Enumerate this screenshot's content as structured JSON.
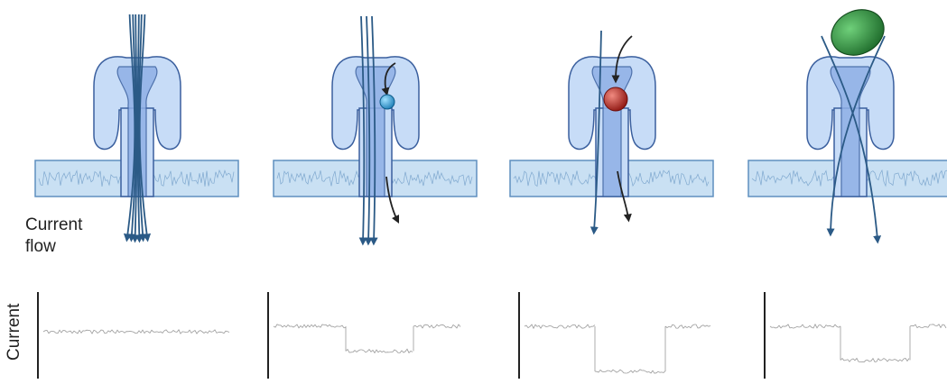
{
  "labels": {
    "current_flow_line1": "Current",
    "current_flow_line2": "flow",
    "current_axis": "Current"
  },
  "colors": {
    "pore_fill": "#c7dcf7",
    "pore_stroke": "#3a5f9e",
    "channel_fill": "#8fb0e6",
    "membrane_fill": "#c9e0f3",
    "membrane_stroke": "#5f8fbf",
    "flow_line": "#2b5a86",
    "molecule_arrow": "#222222",
    "trace": "#9a9a9a",
    "axis": "#222222"
  },
  "panels": [
    {
      "state": "open pore",
      "molecule": "none",
      "trace_levels": [
        1.0,
        1.0,
        1.0
      ]
    },
    {
      "state": "small molecule",
      "molecule": "blue-sphere",
      "molecule_color": "#1f9ad6",
      "trace_levels": [
        1.0,
        0.45,
        1.0
      ]
    },
    {
      "state": "larger molecule",
      "molecule": "red-sphere",
      "molecule_color": "#b3231f",
      "trace_levels": [
        1.0,
        0.0,
        1.0
      ]
    },
    {
      "state": "bulky molecule on top",
      "molecule": "green-ellipsoid",
      "molecule_color": "#2e8b3d",
      "trace_levels": [
        1.0,
        0.25,
        1.0
      ]
    }
  ]
}
